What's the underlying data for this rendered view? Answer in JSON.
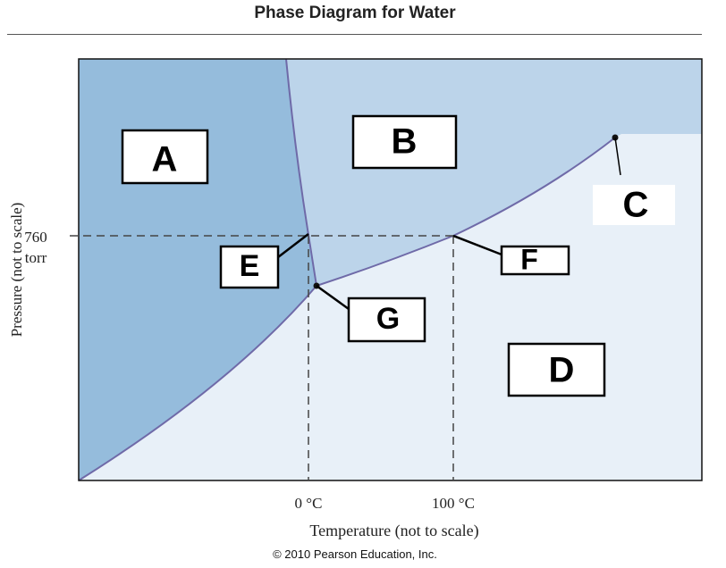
{
  "title": "Phase Diagram for Water",
  "y_axis": {
    "label": "Pressure (not to scale)",
    "tick_value": "760",
    "tick_unit": "torr"
  },
  "x_axis": {
    "label": "Temperature (not to scale)",
    "ticks": [
      "0 °C",
      "100 °C"
    ]
  },
  "labels": {
    "A": "A",
    "B": "B",
    "C": "C",
    "D": "D",
    "E": "E",
    "F": "F",
    "G": "G"
  },
  "colors": {
    "solid": "#95bcdc",
    "liquid": "#bcd4ea",
    "gas": "#e8f0f8",
    "curve": "#6f6aa8"
  },
  "copyright": "© 2010 Pearson Education, Inc."
}
